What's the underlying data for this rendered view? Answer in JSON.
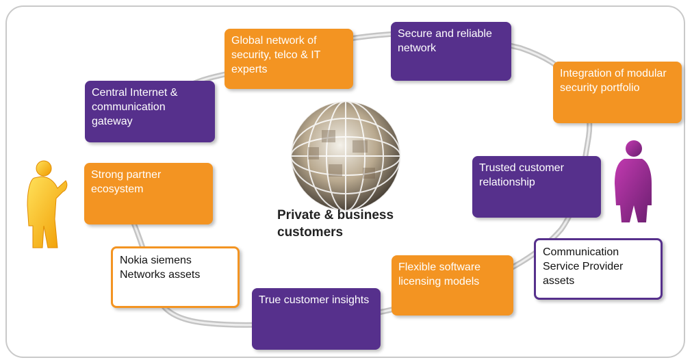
{
  "diagram": {
    "center_label": "Private & business customers",
    "boxes": {
      "global_network": "Global network of security, telco & IT experts",
      "secure_network": "Secure and reliable network",
      "integration": "Integration of modular security portfolio",
      "central_gateway": "Central Internet & communication gateway",
      "partner_ecosystem": "Strong partner ecosystem",
      "trusted_relationship": "Trusted customer relationship",
      "nsn_assets": "Nokia siemens Networks assets",
      "csp_assets": "Communication Service Provider assets",
      "flexible_licensing": "Flexible software licensing models",
      "customer_insights": "True customer insights"
    },
    "colors": {
      "orange": "#f39422",
      "purple": "#56308c",
      "left_figure": "#f7b500",
      "right_figure": "#a1288e"
    },
    "icons": {
      "globe": "globe-of-faces-icon",
      "left_person": "person-silhouette-icon",
      "right_person": "person-silhouette-icon"
    }
  }
}
